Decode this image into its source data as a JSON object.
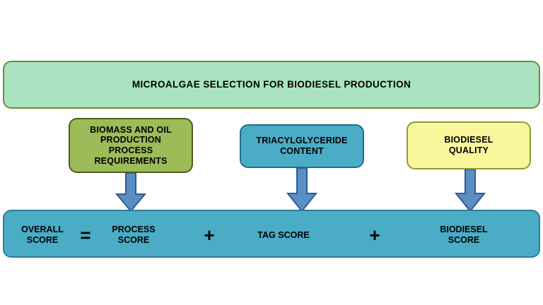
{
  "diagram": {
    "title_box": {
      "label": "MICROALGAE SELECTION FOR BIODIESEL PRODUCTION",
      "fill": "#a9e3bf",
      "border": "#6f8c3a"
    },
    "criteria": [
      {
        "name": "biomass-and-oil-production-process-requirements",
        "lines": [
          "BIOMASS AND OIL",
          "PRODUCTION",
          "PROCESS",
          "REQUIREMENTS"
        ],
        "fill": "#9cbb59",
        "border": "#4f5b20"
      },
      {
        "name": "triacylglyceride-content",
        "lines": [
          "TRIACYLGLYCERIDE",
          "CONTENT"
        ],
        "fill": "#4aacc5",
        "border": "#1f6f87"
      },
      {
        "name": "biodiesel-quality",
        "lines": [
          "BIODIESEL",
          "QUALITY"
        ],
        "fill": "#f8f79b",
        "border": "#8a9b34"
      }
    ],
    "arrows": {
      "count": 3,
      "direction": "down",
      "fill": "#5b8fc4",
      "border": "#2f5b92"
    },
    "score_bar": {
      "fill": "#4aacc5",
      "border": "#2b7f96",
      "terms": [
        {
          "name": "overall-score",
          "lines": [
            "OVERALL",
            "SCORE"
          ]
        },
        {
          "name": "process-score",
          "lines": [
            "PROCESS",
            "SCORE"
          ]
        },
        {
          "name": "tag-score",
          "lines": [
            "TAG SCORE"
          ]
        },
        {
          "name": "biodiesel-score",
          "lines": [
            "BIODIESEL",
            "SCORE"
          ]
        }
      ],
      "operators": {
        "equals": "=",
        "plus": "+"
      }
    }
  }
}
